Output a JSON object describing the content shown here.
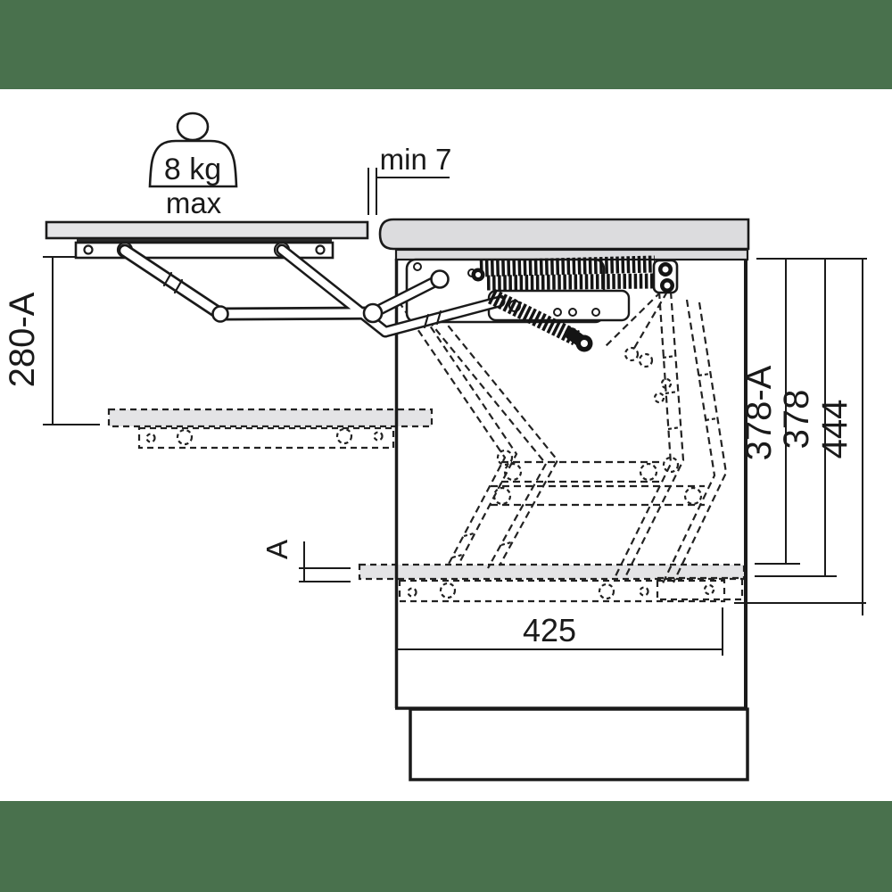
{
  "meta": {
    "type": "technical-diagram",
    "subject": "pull-down / lift shelf mechanism cross-section with spring unit"
  },
  "colors": {
    "banner_green": "#49714D",
    "line": "#1a1a1a",
    "panel_gray": "#e4e4e6",
    "counter_gray": "#dcdcde",
    "spring_black": "#141414",
    "background": "#ffffff"
  },
  "weight_badge": {
    "value": "8 kg",
    "caption": "max"
  },
  "dimensions": {
    "gap_top": {
      "label": "min 7"
    },
    "height_open_left": {
      "label": "280-A"
    },
    "inner_height_minus_a": {
      "label": "378-A"
    },
    "inner_height": {
      "label": "378"
    },
    "overall_height": {
      "label": "444"
    },
    "panel_thickness": {
      "label": "A"
    },
    "depth": {
      "label": "425"
    }
  }
}
